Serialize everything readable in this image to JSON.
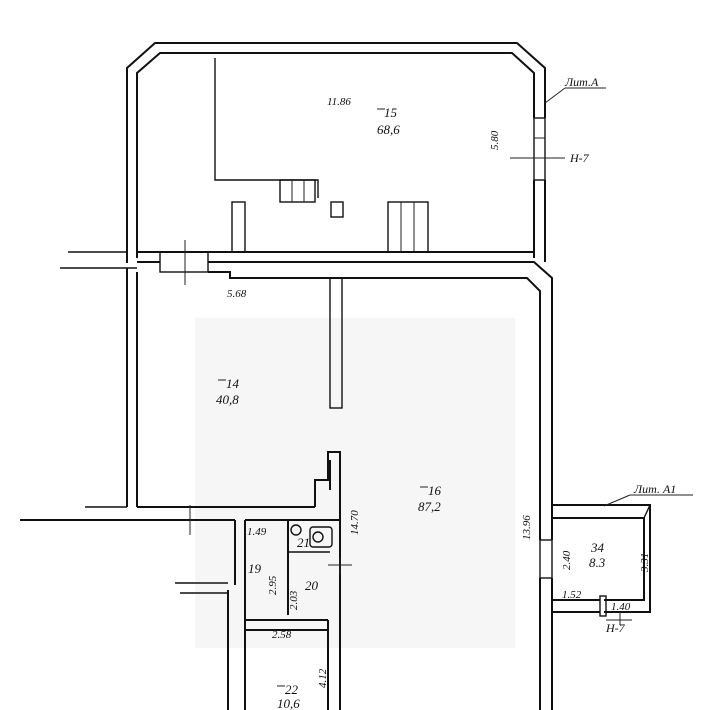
{
  "rooms": [
    {
      "number": "15",
      "area": "68,6"
    },
    {
      "number": "14",
      "area": "40,8"
    },
    {
      "number": "16",
      "area": "87,2"
    },
    {
      "number": "34",
      "area": "8.3"
    },
    {
      "number": "19",
      "area": ""
    },
    {
      "number": "20",
      "area": ""
    },
    {
      "number": "21",
      "area": ""
    },
    {
      "number": "22",
      "area": "10,6"
    }
  ],
  "dimensions": {
    "d_11_86": "11.86",
    "d_5_80": "5.80",
    "d_5_68": "5.68",
    "d_14_70": "14.70",
    "d_13_96": "13.96",
    "d_1_49": "1.49",
    "d_2_95": "2.95",
    "d_2_03": "2.03",
    "d_2_58": "2.58",
    "d_4_12": "4.12",
    "d_2_40": "2.40",
    "d_3_31": "3.31",
    "d_1_52": "1.52",
    "d_1_40": "1.40"
  },
  "labels": {
    "lit_a": "Лит.А",
    "lit_a1": "Лит. А1",
    "h7_top": "Н-7",
    "h7_bottom": "Н-7"
  }
}
